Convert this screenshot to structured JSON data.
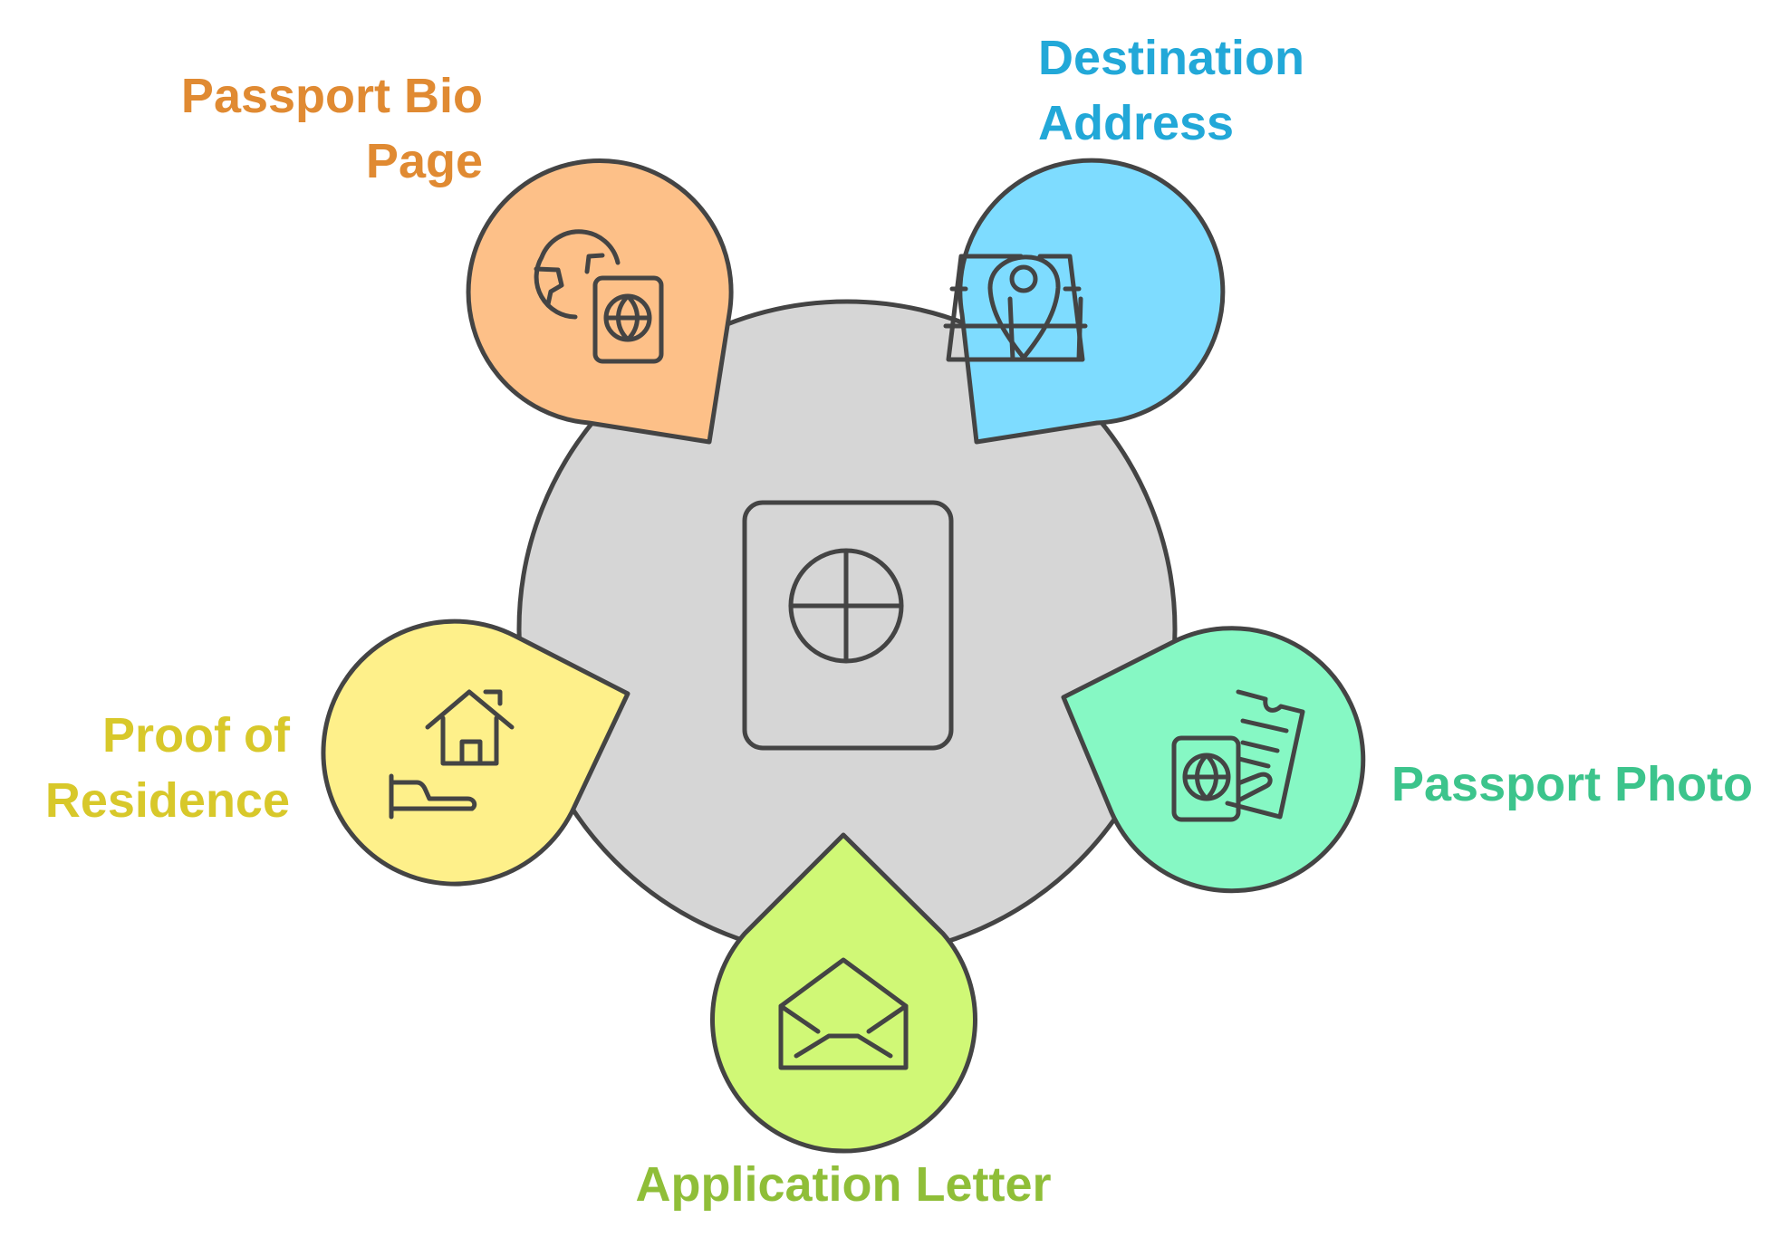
{
  "diagram": {
    "center": {
      "icon": "passport-icon",
      "fill": "#d6d6d6"
    },
    "petals": [
      {
        "id": "passport-bio-page",
        "lines": [
          "Passport Bio",
          "Page"
        ],
        "color": "#e08a32",
        "fill": "#fdc088",
        "icon": "globe-passport-icon"
      },
      {
        "id": "destination-address",
        "lines": [
          "Destination",
          "Address"
        ],
        "color": "#22a8d8",
        "fill": "#7edcff",
        "icon": "map-pin-icon"
      },
      {
        "id": "passport-photo",
        "lines": [
          "Passport Photo"
        ],
        "color": "#3cc48c",
        "fill": "#86f8c4",
        "icon": "passport-ticket-icon"
      },
      {
        "id": "application-letter",
        "lines": [
          "Application Letter"
        ],
        "color": "#8fbe38",
        "fill": "#d0f876",
        "icon": "envelope-icon"
      },
      {
        "id": "proof-of-residence",
        "lines": [
          "Proof of",
          "Residence"
        ],
        "color": "#d8c82a",
        "fill": "#fef08a",
        "icon": "house-hand-icon"
      }
    ],
    "stroke": "#444444"
  }
}
